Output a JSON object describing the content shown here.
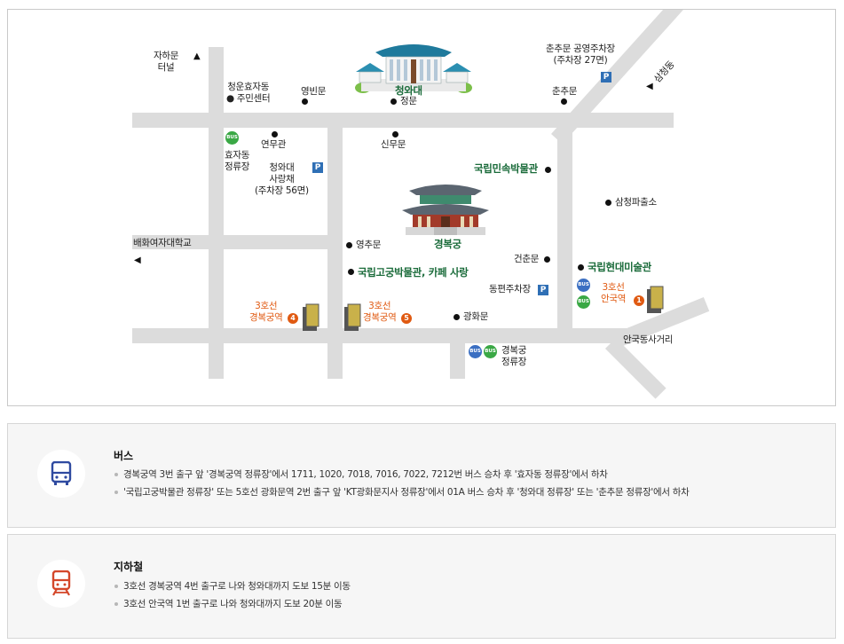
{
  "map": {
    "labels": {
      "jahamun_tunnel": "자하문\n터널",
      "cheongun_center": "청운효자동\n● 주민센터",
      "yeongbinmun": "영빈문",
      "cheongwadae": "청와대",
      "jeongmun": "정문",
      "parking_chunchu": "춘추문 공영주차장\n(주차장 27면)",
      "chunchumun": "춘추문",
      "samcheongdong": "삼청동",
      "yeonmugwan": "연무관",
      "sinmumun": "신무문",
      "hyojadong_stop": "효자동\n정류장",
      "sarangchae": "청와대\n사랑채\n(주차장 56면)",
      "folk_museum": "국립민속박물관",
      "samcheong_police": "삼청파출소",
      "ewha": "배화여자대학교",
      "yeongchumun": "영추문",
      "gyeongbokgung": "경복궁",
      "geonchunmun": "건춘문",
      "palace_museum": "국립고궁박물관, 카페 사랑",
      "mmca": "국립현대미술관",
      "dongpyeon_parking": "동편주차장",
      "anguk_station": "3호선\n안국역",
      "gyeongbok_exit4": "3호선\n경복궁역",
      "gyeongbok_exit5": "3호선\n경복궁역",
      "gwanghwamun": "광화문",
      "gyeongbok_stop": "경복궁\n정류장",
      "anguk_intersection": "안국동사거리"
    },
    "badges": {
      "parking": "P",
      "bus": "BUS",
      "exit_anguk": "1",
      "exit_4": "4",
      "exit_5": "5"
    },
    "colors": {
      "road": "#dcdcdc",
      "landmark_green": "#1a6b3a",
      "subway_orange": "#e05a12",
      "parking_blue": "#2f6fb5",
      "bus_green": "#3aa845",
      "bus_blue": "#3b6fc2"
    }
  },
  "bus_panel": {
    "icon": "bus-icon",
    "icon_color": "#2f4aa0",
    "title": "버스",
    "items": [
      "경복궁역 3번 출구 앞 '경복궁역 정류장'에서 1711, 1020, 7018, 7016, 7022, 7212번 버스 승차 후 '효자동 정류장'에서 하차",
      "'국립고궁박물관 정류장' 또는 5호선 광화문역 2번 출구 앞 'KT광화문지사 정류장'에서 01A 버스 승차 후 '청와대 정류장' 또는 '춘추문 정류장'에서 하차"
    ]
  },
  "subway_panel": {
    "icon": "subway-icon",
    "icon_color": "#d4472a",
    "title": "지하철",
    "items": [
      "3호선 경복궁역 4번 출구로 나와 청와대까지 도보 15분 이동",
      "3호선 안국역 1번 출구로 나와 청와대까지 도보 20분 이동"
    ]
  }
}
